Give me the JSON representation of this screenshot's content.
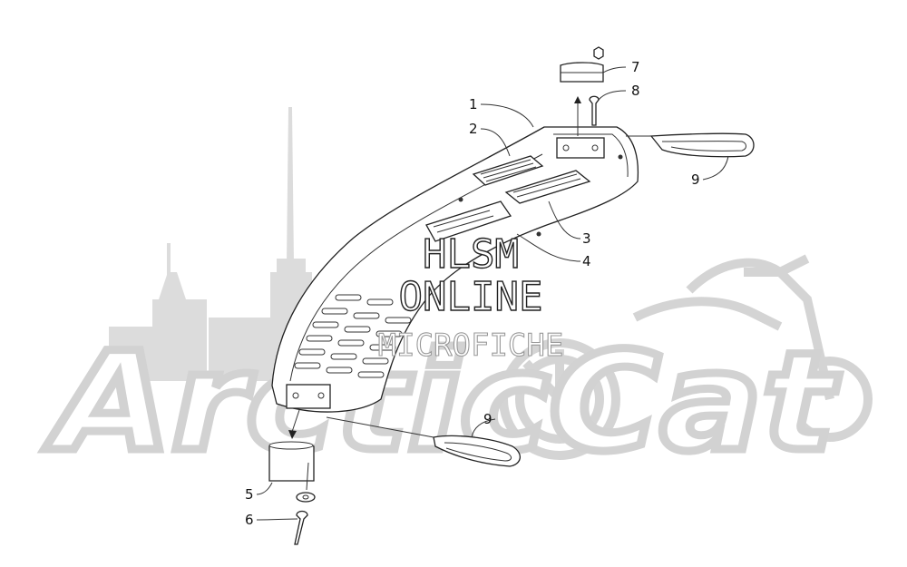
{
  "watermark": {
    "brand_text": "ArcticCat",
    "line1": "HLSM",
    "line2": "ONLINE",
    "line3": "MICROFICHE"
  },
  "callouts": [
    {
      "id": "c1",
      "label": "1"
    },
    {
      "id": "c2",
      "label": "2"
    },
    {
      "id": "c3",
      "label": "3"
    },
    {
      "id": "c4",
      "label": "4"
    },
    {
      "id": "c5",
      "label": "5"
    },
    {
      "id": "c6",
      "label": "6"
    },
    {
      "id": "c7",
      "label": "7"
    },
    {
      "id": "c8",
      "label": "8"
    },
    {
      "id": "c9a",
      "label": "9"
    },
    {
      "id": "c9b",
      "label": "9"
    }
  ],
  "colors": {
    "line": "#222222",
    "watermark_gray": "#d2d2d2",
    "background": "#ffffff"
  }
}
